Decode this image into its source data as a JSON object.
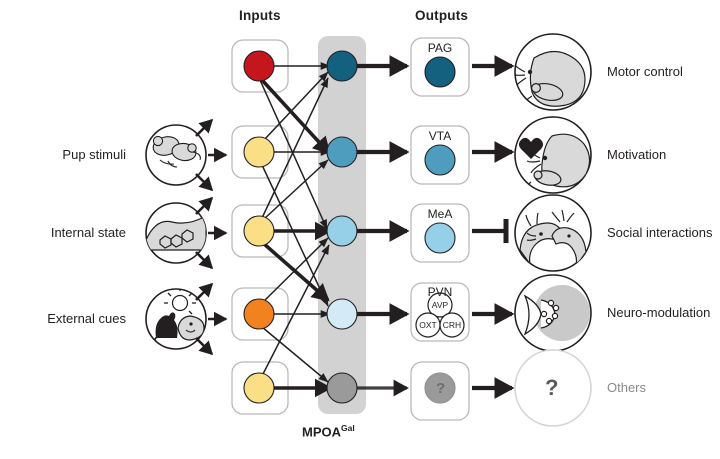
{
  "figure": {
    "center_group_label": "MPOA",
    "center_group_superscript": "Gal"
  },
  "columns": {
    "inputs_heading": "Inputs",
    "outputs_heading": "Outputs"
  },
  "left_sources": [
    {
      "label": "Pup stimuli",
      "icon": "mouse-pup-icon"
    },
    {
      "label": "Internal state",
      "icon": "hormone-molecule-icon"
    },
    {
      "label": "External cues",
      "icon": "cat-sun-predator-icon"
    }
  ],
  "input_nodes": [
    {
      "name": "input-node-1",
      "color": "#c4161c"
    },
    {
      "name": "input-node-2",
      "color": "#fbdf86"
    },
    {
      "name": "input-node-3",
      "color": "#fbdf86"
    },
    {
      "name": "input-node-4",
      "color": "#f1821f"
    },
    {
      "name": "input-node-5",
      "color": "#fbdf86"
    }
  ],
  "mpoa_nodes": [
    {
      "name": "mpoa-node-1",
      "color": "#14617f"
    },
    {
      "name": "mpoa-node-2",
      "color": "#4e9dbf"
    },
    {
      "name": "mpoa-node-3",
      "color": "#95cfe8"
    },
    {
      "name": "mpoa-node-4",
      "color": "#d4eaf6"
    },
    {
      "name": "mpoa-node-5",
      "color": "#9a9a9a"
    }
  ],
  "output_targets": [
    {
      "box_label": "PAG",
      "node_color": "#14617f",
      "connector": "arrow",
      "outcome_label": "Motor control",
      "outcome_icon": "mouse-retrieving-pup-icon",
      "muted": false,
      "sub_labels": []
    },
    {
      "box_label": "VTA",
      "node_color": "#4e9dbf",
      "connector": "arrow",
      "outcome_label": "Motivation",
      "outcome_icon": "heart-question-mouse-icon",
      "muted": false,
      "sub_labels": []
    },
    {
      "box_label": "MeA",
      "node_color": "#95cfe8",
      "connector": "inhibitory",
      "outcome_label": "Social interactions",
      "outcome_icon": "two-mice-facing-icon",
      "muted": false,
      "sub_labels": []
    },
    {
      "box_label": "PVN",
      "node_color": "",
      "connector": "arrow",
      "outcome_label": "Neuro-modulation",
      "outcome_icon": "brain-section-neurons-icon",
      "muted": false,
      "sub_labels": [
        "AVP",
        "OXT",
        "CRH"
      ]
    },
    {
      "box_label": "",
      "node_color": "#9a9a9a",
      "node_glyph": "?",
      "connector": "arrow",
      "outcome_label": "Others",
      "outcome_icon": "question-mark-icon",
      "outcome_glyph": "?",
      "muted": true,
      "sub_labels": []
    }
  ],
  "colors": {
    "mpoa_band": "#d2d2d2",
    "stroke": "#231f20",
    "box_border": "#b9b9b9",
    "icon_fill": "#d9d9d9",
    "muted_text": "#8a8a8a"
  }
}
